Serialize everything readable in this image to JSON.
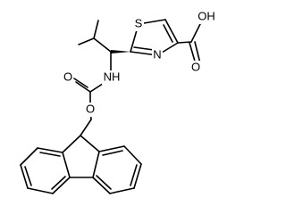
{
  "molecule": {
    "labels": {
      "sulfur": "S",
      "ring_nitrogen": "N",
      "acid_oxygen": "O",
      "hydroxyl": "OH",
      "amide_nh": "NH",
      "carbonyl_oxygen": "O",
      "ester_oxygen": "O"
    },
    "colors": {
      "bond": "#000000",
      "background": "#ffffff"
    }
  }
}
